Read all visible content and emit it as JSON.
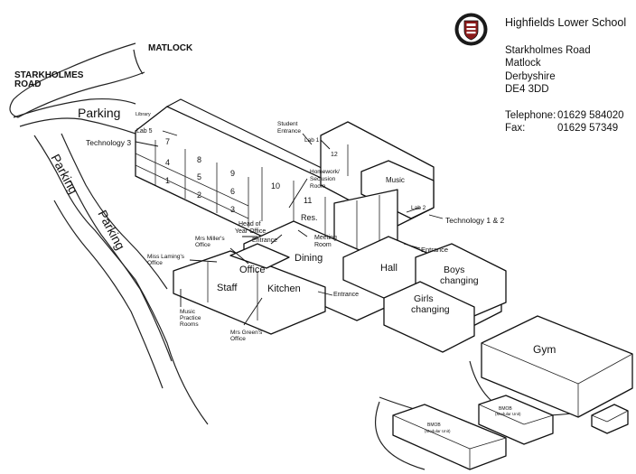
{
  "school": {
    "name": "Highfields Lower School",
    "address": [
      "Starkholmes Road",
      "Matlock",
      "Derbyshire",
      "DE4 3DD"
    ],
    "telephone_label": "Telephone:",
    "telephone": "01629 584020",
    "fax_label": "Fax:",
    "fax": "01629 57349"
  },
  "roads": {
    "matlock": "MATLOCK",
    "starkholmes_line1": "STARKHOLMES",
    "starkholmes_line2": "ROAD"
  },
  "parking": [
    "Parking",
    "Parking",
    "Parking"
  ],
  "rooms": {
    "library": "Library",
    "lab5": "Lab 5",
    "technology3": "Technology 3",
    "student_entrance_l1": "Student",
    "student_entrance_l2": "Entrance",
    "lab1": "Lab 1",
    "r12": "12",
    "homework_l1": "Homework/",
    "homework_l2": "Seclusion",
    "homework_l3": "Room",
    "music": "Music",
    "lab2": "Lab 2",
    "technology12": "Technology 1 & 2",
    "r7": "7",
    "r4": "4",
    "r1": "1",
    "r8": "8",
    "r5": "5",
    "r2": "2",
    "r9": "9",
    "r6": "6",
    "r3": "3",
    "r10": "10",
    "r11": "11",
    "res": "Res.",
    "head_l1": "Head of",
    "head_l2": "Year Office",
    "meeting_l1": "Meeting",
    "meeting_l2": "Room",
    "entrance_a": "Entrance",
    "entrance_b": "Entrance",
    "entrance_c": "Entrance",
    "miller_l1": "Mrs Miller's",
    "miller_l2": "Office",
    "laming_l1": "Miss Laming's",
    "laming_l2": "Office",
    "office": "Office",
    "dining": "Dining",
    "hall": "Hall",
    "boys_l1": "Boys",
    "boys_l2": "changing",
    "girls_l1": "Girls",
    "girls_l2": "changing",
    "staff": "Staff",
    "kitchen": "Kitchen",
    "music_practice_l1": "Music",
    "music_practice_l2": "Practice",
    "music_practice_l3": "Rooms",
    "green_l1": "Mrs Green's",
    "green_l2": "Office",
    "gym": "Gym",
    "bmob1_l1": "BMOB",
    "bmob1_l2": "(Modular Unit)",
    "bmob2_l1": "BMOB",
    "bmob2_l2": "(Modular Unit)"
  }
}
